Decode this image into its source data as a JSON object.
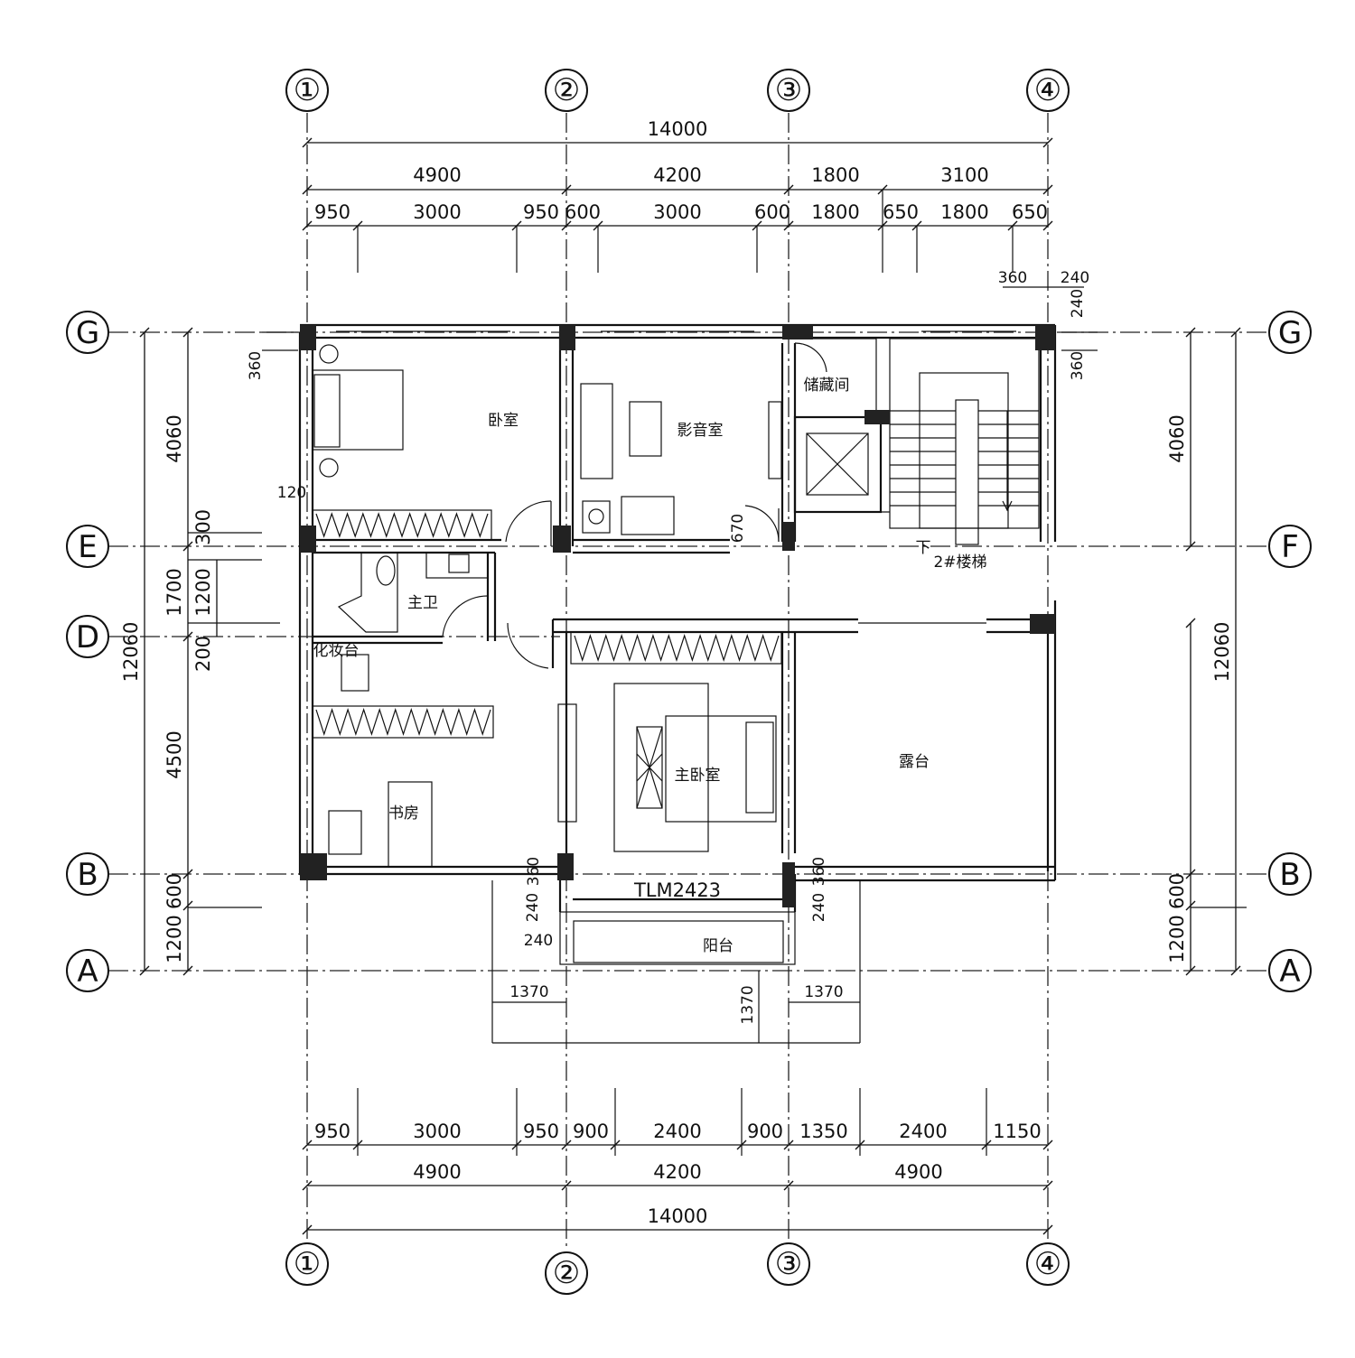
{
  "grid": {
    "x_labels": [
      "①",
      "②",
      "③",
      "④"
    ],
    "left_labels": [
      "G",
      "E",
      "D",
      "B",
      "A"
    ],
    "right_labels": [
      "G",
      "F",
      "B",
      "A"
    ]
  },
  "top_dims": {
    "total": "14000",
    "row2": [
      "4900",
      "4200",
      "1800",
      "3100"
    ],
    "row3": [
      "950",
      "3000",
      "950",
      "600",
      "3000",
      "600",
      "1800",
      "650",
      "1800",
      "650"
    ],
    "corner_a": "360",
    "corner_b": "240",
    "corner_v": "240"
  },
  "bottom_dims": {
    "row1": [
      "950",
      "3000",
      "950",
      "900",
      "2400",
      "900",
      "1350",
      "2400",
      "1150"
    ],
    "row2": [
      "4900",
      "4200",
      "4900"
    ],
    "total": "14000"
  },
  "left_dims": {
    "outer": "12060",
    "inner": [
      "4060",
      "300",
      "1700",
      "200",
      "4500",
      "600",
      "1200"
    ],
    "inner2": "1200",
    "corner": "360",
    "label_120": "120"
  },
  "right_dims": {
    "outer": "12060",
    "inner": [
      "4060",
      "600",
      "1200"
    ],
    "corner": "360"
  },
  "balcony_dims": {
    "left": "1370",
    "right": "1370",
    "depth": "1370",
    "w240_a": "240",
    "w240_b": "240",
    "w240_c": "240",
    "w360_a": "360",
    "w360_b": "360"
  },
  "misc": {
    "door_670": "670",
    "down": "下",
    "door_code": "TLM2423"
  },
  "rooms": {
    "bedroom": "卧室",
    "theater": "影音室",
    "storage": "储藏间",
    "stair": "2#楼梯",
    "master_bath": "主卫",
    "dresser": "化妆台",
    "master_bedroom": "主卧室",
    "terrace": "露台",
    "study": "书房",
    "balcony": "阳台"
  }
}
